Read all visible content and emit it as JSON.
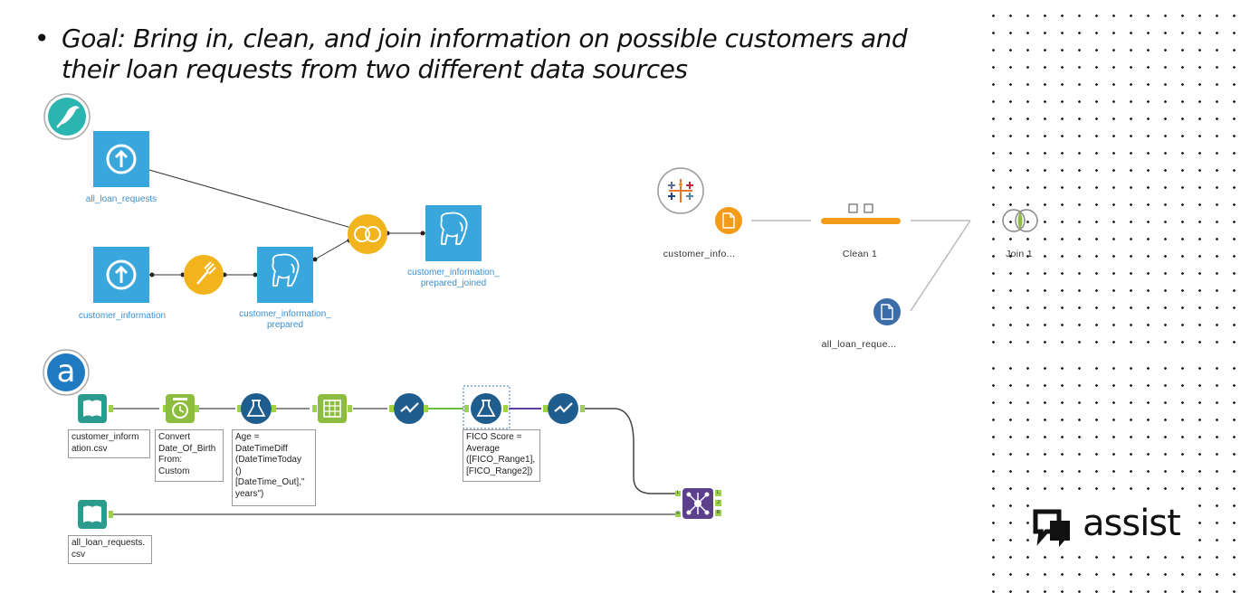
{
  "goal": {
    "bullet": "•",
    "line1": "Goal: Bring in, clean, and join information on possible customers and",
    "line2": "their loan requests from two different data sources"
  },
  "dataiku_flow": {
    "logo_icon": "bird-icon",
    "nodes": {
      "all_loan_requests": "all_loan_requests",
      "customer_information": "customer_information",
      "prepared_line1": "customer_information_",
      "prepared_line2": "prepared",
      "joined_line1": "customer_information_",
      "joined_line2": "prepared_joined"
    }
  },
  "tableau_flow": {
    "logo_icon": "tableau-icon",
    "input1": "customer_info...",
    "clean": "Clean 1",
    "join": "Join 1",
    "input2": "all_loan_reque..."
  },
  "alteryx_flow": {
    "logo_letter": "a",
    "annotations": {
      "input1": [
        "customer_inform",
        "ation.csv"
      ],
      "convert": [
        "Convert",
        "Date_Of_Birth",
        "From:",
        "Custom"
      ],
      "age": [
        "Age =",
        "DateTimeDiff",
        "(DateTimeToday",
        "()",
        "[DateTime_Out],\"",
        "years\")"
      ],
      "fico": [
        "FICO Score =",
        "Average",
        "([FICO_Range1],",
        "[FICO_Range2])"
      ],
      "input2": [
        "all_loan_requests.",
        "csv"
      ]
    },
    "join_anchors": {
      "left": "L",
      "join": "J",
      "right": "R"
    }
  },
  "brand": {
    "text": "assist",
    "icon": "chat-bubbles-icon"
  },
  "colors": {
    "dataiku_blue": "#3aa7dc",
    "dataiku_yellow": "#f2b41c",
    "tableau_orange": "#f39c1b",
    "tableau_blue": "#3b6ea8",
    "alteryx_teal": "#2a9b8e",
    "alteryx_green": "#8dbd3e",
    "alteryx_blue": "#1e5d8e",
    "alteryx_purple": "#5c3f8d"
  }
}
